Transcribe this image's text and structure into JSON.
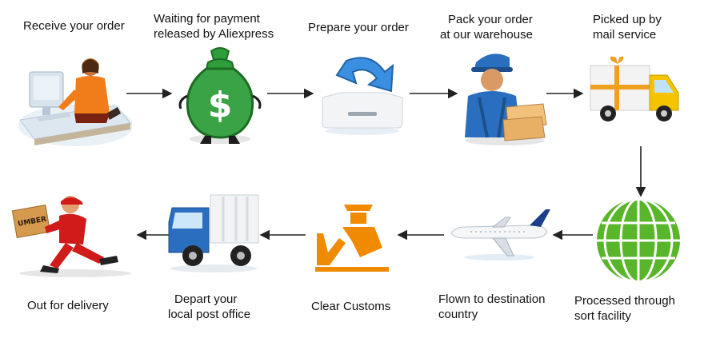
{
  "steps": [
    {
      "label": "Receive your order",
      "icon": "person-at-computer-icon"
    },
    {
      "label": "Waiting for payment released by Aliexpress",
      "icon": "money-bag-icon"
    },
    {
      "label": "Prepare your order",
      "icon": "download-tray-icon"
    },
    {
      "label": "Pack your order at our warehouse",
      "icon": "packer-with-boxes-icon"
    },
    {
      "label": "Picked up by mail service",
      "icon": "delivery-truck-with-gift-icon"
    },
    {
      "label": "Processed through sort facility",
      "icon": "green-globe-icon"
    },
    {
      "label": "Flown to destination country",
      "icon": "airplane-icon"
    },
    {
      "label": "Clear Customs",
      "icon": "customs-officer-icon"
    },
    {
      "label": "Depart your local post office",
      "icon": "blue-truck-icon"
    },
    {
      "label": "Out for delivery",
      "icon": "running-courier-icon"
    }
  ],
  "labels": {
    "s1": "Receive your order",
    "s2a": "Waiting for payment",
    "s2b": "released by Aliexpress",
    "s3": "Prepare your order",
    "s4a": "Pack your order",
    "s4b": "at our warehouse",
    "s5a": "Picked up by",
    "s5b": "mail service",
    "s6a": "Processed through",
    "s6b": "sort facility",
    "s7a": "Flown to destination",
    "s7b": "country",
    "s8": "Clear Customs",
    "s9a": "Depart your",
    "s9b": "local post office",
    "s10": "Out for delivery",
    "box_text": "UMBER"
  },
  "colors": {
    "arrow": "#222222",
    "money_green": "#2f9e3a",
    "globe_green": "#59b52a",
    "blue": "#2a6fbf",
    "orange": "#f08a00",
    "red": "#d11a1a"
  }
}
